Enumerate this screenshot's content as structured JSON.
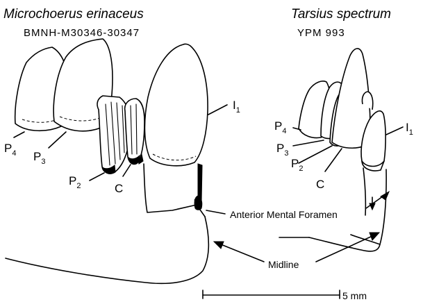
{
  "left_specimen": {
    "name": "Microchoerus erinaceus",
    "catalog": "BMNH-M30346-30347"
  },
  "right_specimen": {
    "name": "Tarsius spectrum",
    "catalog": "YPM 993"
  },
  "labels": {
    "left_i1": {
      "base": "I",
      "sub": "1"
    },
    "left_p4": {
      "base": "P",
      "sub": "4"
    },
    "left_p3": {
      "base": "P",
      "sub": "3"
    },
    "left_p2": {
      "base": "P",
      "sub": "2"
    },
    "left_c": "C",
    "right_i1": {
      "base": "I",
      "sub": "1"
    },
    "right_p4": {
      "base": "P",
      "sub": "4"
    },
    "right_p3": {
      "base": "P",
      "sub": "3"
    },
    "right_p2": {
      "base": "P",
      "sub": "2"
    },
    "right_c": "C"
  },
  "annotations": {
    "mental_foramen": "Anterior Mental Foramen",
    "midline": "Midline"
  },
  "scale_bar": {
    "label": "5 mm"
  }
}
